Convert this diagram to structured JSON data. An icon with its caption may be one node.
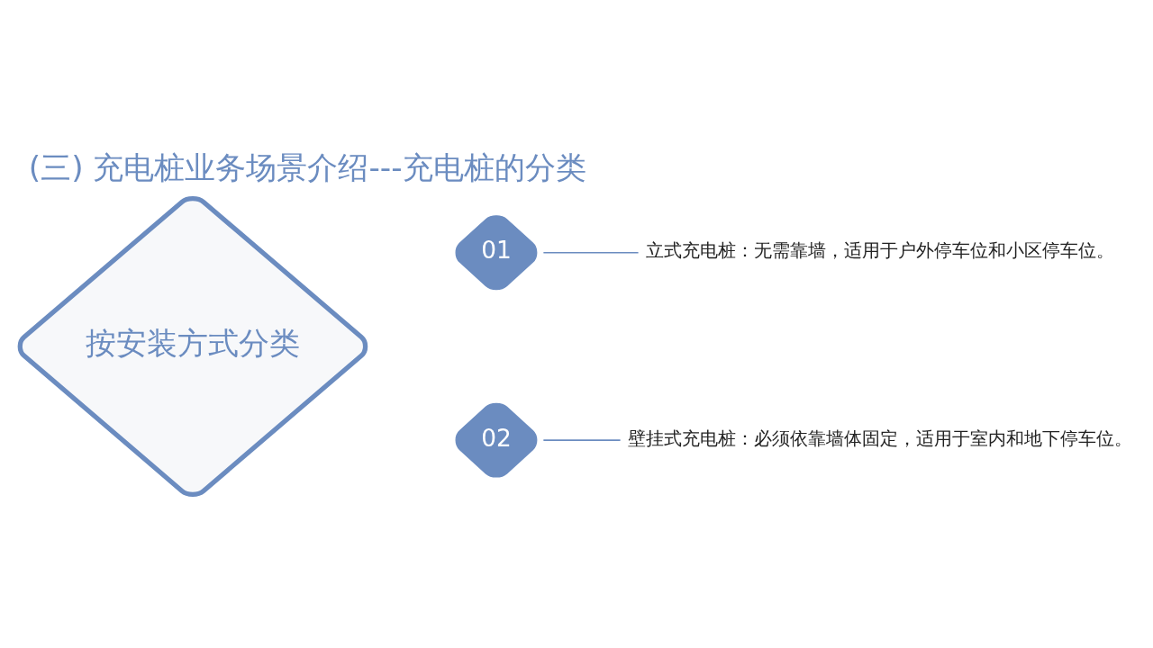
{
  "diagram": {
    "title": "(三) 充电桩业务场景介绍---充电桩的分类",
    "nodes": [
      {
        "text": [
          "按安装方式分类"
        ]
      },
      {
        "text": [
          "01"
        ]
      },
      {
        "text": [
          "立式充电桩：无需靠墙，适用于户外停车位和小区停车位。"
        ]
      },
      {
        "text": [
          "02"
        ]
      },
      {
        "text": [
          "壁挂式充电桩：必须依靠墙体固定，适用于室内和地下停车位。"
        ]
      }
    ],
    "edges": [
      {
        "from": 1,
        "to": 2,
        "arrow": "none"
      },
      {
        "from": 3,
        "to": 4,
        "arrow": "none"
      }
    ]
  }
}
